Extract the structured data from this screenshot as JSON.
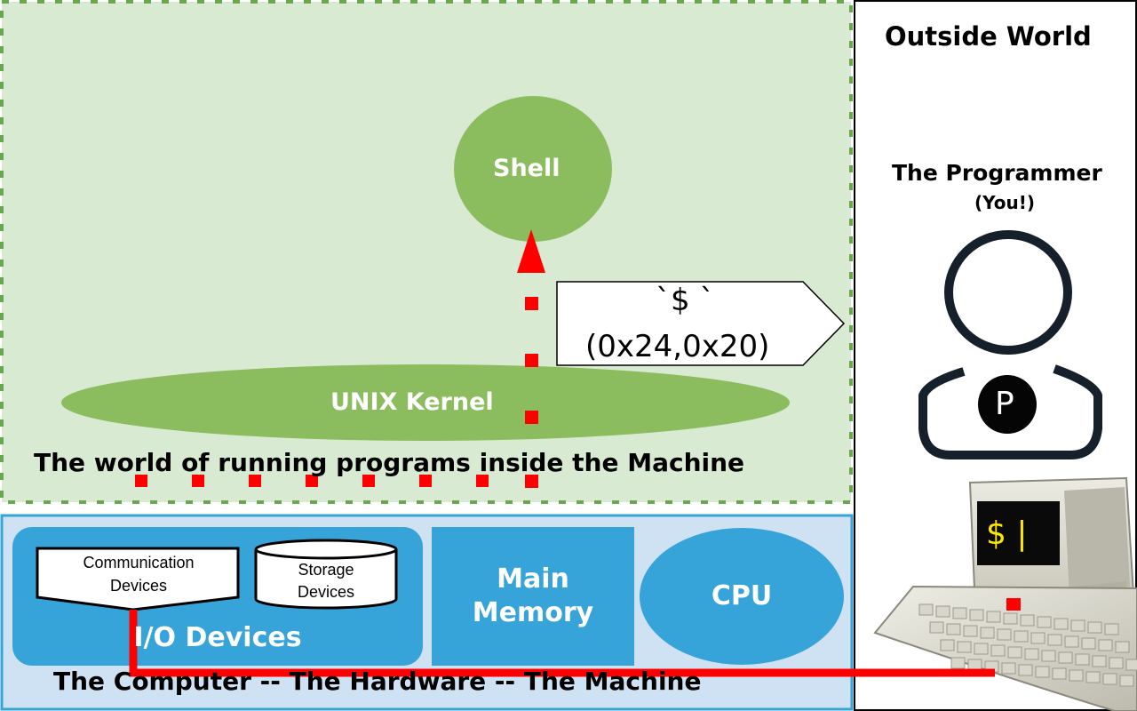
{
  "machine_world": {
    "label": "The world of running programs inside the Machine"
  },
  "outside_world": {
    "title": "Outside World"
  },
  "programmer": {
    "title": "The Programmer",
    "subtitle": "(You!)",
    "badge": "P"
  },
  "shell": {
    "label": "Shell"
  },
  "kernel": {
    "label": "UNIX Kernel"
  },
  "input_bytes": {
    "chars": "`$ `",
    "codes": "(0x24,0x20)"
  },
  "hardware": {
    "label": "The Computer -- The Hardware -- The Machine",
    "io_devices": "I/O Devices",
    "communication_devices": [
      "Communication",
      "Devices"
    ],
    "storage_devices": [
      "Storage",
      "Devices"
    ],
    "main_memory": [
      "Main",
      "Memory"
    ],
    "cpu": "CPU"
  },
  "terminal": {
    "screen_text": "$ |"
  },
  "colors": {
    "machine_bg": "#d9ead3",
    "machine_border": "#6aa84f",
    "node_green": "#8bbc5d",
    "hardware_bg": "#cfe2f3",
    "hardware_blue": "#36a3d9",
    "wire_red": "#ff0000",
    "terminal_text": "#ffe600"
  }
}
